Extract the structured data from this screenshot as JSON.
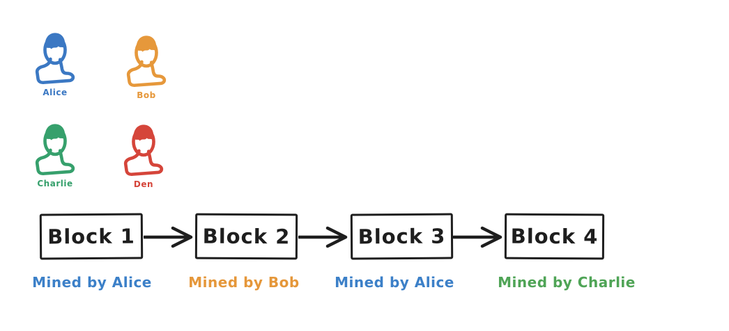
{
  "diagram": {
    "type": "blockchain-mining-diagram",
    "stroke_color": "#1e1e1e",
    "background": "#ffffff"
  },
  "people": [
    {
      "name": "Alice",
      "color": "#3b78c3"
    },
    {
      "name": "Bob",
      "color": "#e6983b"
    },
    {
      "name": "Charlie",
      "color": "#36a06c"
    },
    {
      "name": "Den",
      "color": "#d5453a"
    }
  ],
  "chain": {
    "blocks": [
      {
        "label": "Block 1",
        "miner": "Alice",
        "caption": "Mined by Alice",
        "caption_color": "#3c80c8"
      },
      {
        "label": "Block 2",
        "miner": "Bob",
        "caption": "Mined by Bob",
        "caption_color": "#e5973a"
      },
      {
        "label": "Block 3",
        "miner": "Alice",
        "caption": "Mined by Alice",
        "caption_color": "#3c80c8"
      },
      {
        "label": "Block 4",
        "miner": "Charlie",
        "caption": "Mined by Charlie",
        "caption_color": "#4fa456"
      }
    ]
  }
}
